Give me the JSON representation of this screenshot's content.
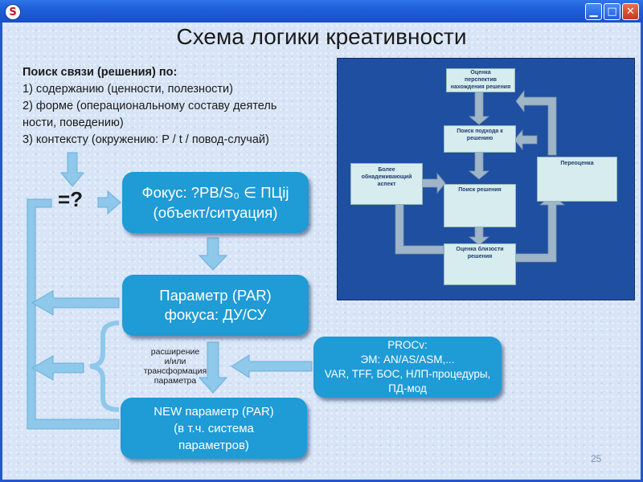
{
  "window": {
    "app_icon_glyph": "S",
    "min_glyph": "▁",
    "max_glyph": "□",
    "close_glyph": "✕"
  },
  "slide": {
    "title": "Схема логики креативности",
    "search": {
      "heading": "Поиск связи (решения) по:",
      "line1": "1) содержанию (ценности, полезности)",
      "line2": "2) форме  (операциональному  составу деятель",
      "line3": "ности, поведению)",
      "line4": "3) контексту (окружению:  P / t / повод-случай)"
    },
    "eq_symbol": "=?",
    "focus_box": {
      "line1": "Фокус: ?PB/S₀ ∈ ПЦij",
      "line2": "(объект/ситуация)"
    },
    "param_box": {
      "line1": "Параметр (PAR)",
      "line2": "фокуса: ДУ/СУ"
    },
    "extension_label": {
      "line1": "расширение",
      "line2": "и/или",
      "line3": "трансформация",
      "line4": "параметра"
    },
    "new_param_box": {
      "line1": "NEW параметр (PAR)",
      "line2": "(в т.ч. система",
      "line3": "параметров)"
    },
    "proc_box": {
      "line1": "PROCv:",
      "line2": "ЭМ: AN/AS/ASM,...",
      "line3": "VAR, TFF, БОС, НЛП-процедуры,",
      "line4": "ПД-мод"
    },
    "page_number": "25",
    "colors": {
      "box_fill": "#1f9bd6",
      "arrow_fill": "#8ec8ea",
      "slide_bg": "#d8e5f7",
      "window_blue": "#2456d2"
    }
  },
  "diagram": {
    "top_box": {
      "line1": "Оценка",
      "line2": "перспектив",
      "line3": "нахождения решения"
    },
    "search_approach": {
      "line1": "Поиск подхода к",
      "line2": "решению"
    },
    "search_solution": {
      "line1": "Поиск решения"
    },
    "closeness": {
      "line1": "Оценка близости",
      "line2": "решения"
    },
    "generalizing": {
      "line1": "Более",
      "line2": "обнадеживающий",
      "line3": "аспект"
    },
    "reassessment": {
      "line1": "Переоценка"
    }
  }
}
